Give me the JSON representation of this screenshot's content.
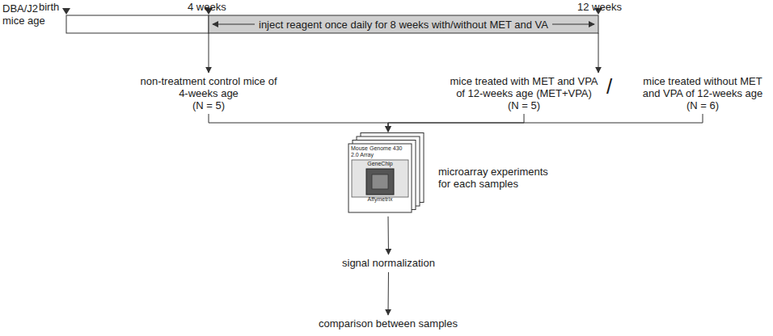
{
  "diagram": {
    "nodes": [
      {
        "text": [
          "non-treatment control mice of 4-weeks age",
          "(N = 5)"
        ]
      },
      {
        "text": [
          "mice treated with MET and VPA of 12-weeks age (MET+VPA)",
          "(N = 5)"
        ]
      },
      {
        "text": [
          "mice treated without MET and VPA of 12-weeks age",
          "(N = 6)"
        ]
      },
      {
        "text": [
          "Mouse Genome 430 2.0 Array",
          "GeneChip",
          "Affymetrix"
        ]
      },
      {
        "text": [
          "signal normalization"
        ]
      },
      {
        "text": [
          "comparison between samples"
        ]
      }
    ],
    "edges": [
      {
        "from": 0,
        "to": 3,
        "arrow": "to"
      },
      {
        "from": 1,
        "to": 3,
        "arrow": "to"
      },
      {
        "from": 2,
        "to": 3,
        "arrow": "to"
      },
      {
        "from": 3,
        "to": 4,
        "arrow": "to"
      },
      {
        "from": 4,
        "to": 5,
        "arrow": "to"
      }
    ],
    "labels": [
      "DBA/J2 mice age",
      "birth",
      "4 weeks",
      "12 weeks",
      "inject reagent once daily for 8 weeks with/without MET and VA",
      "/",
      "microarray experiments for each samples"
    ]
  }
}
